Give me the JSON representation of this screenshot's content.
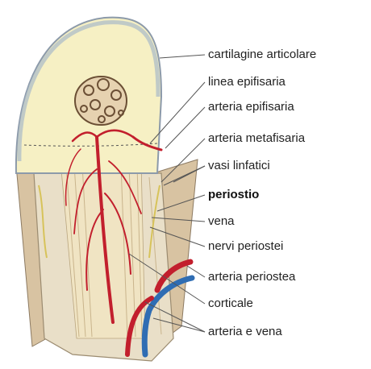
{
  "labels": {
    "cartilagine": "cartilagine articolare",
    "linea": "linea epifisaria",
    "art_epifisaria": "arteria epifisaria",
    "art_metafisaria": "arteria metafisaria",
    "vasi_linfatici": "vasi linfatici",
    "periostio": "periostio",
    "vena": "vena",
    "nervi": "nervi periostei",
    "art_periostea": "arteria periostea",
    "corticale": "corticale",
    "arteria_vena": "arteria e vena"
  },
  "colors": {
    "cartilage": "#f6f0c4",
    "cartilage_edge": "#a9b9c9",
    "bone_cortex": "#e7ddc6",
    "medulla": "#efe3c2",
    "periosteum": "#d9c6a7",
    "artery": "#c21f2d",
    "vein": "#2f6db3",
    "nerve": "#d7c35a",
    "leader": "#555555"
  }
}
